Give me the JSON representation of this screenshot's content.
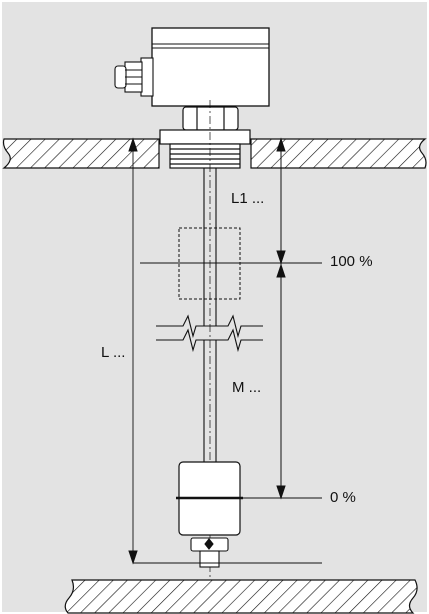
{
  "labels": {
    "l1": "L1 ...",
    "l": "L ...",
    "m": "M ...",
    "p100": "100 %",
    "p0": "0 %"
  },
  "colors": {
    "background": "#e3e3e3",
    "frame": "#ffffff",
    "line": "#111111"
  }
}
